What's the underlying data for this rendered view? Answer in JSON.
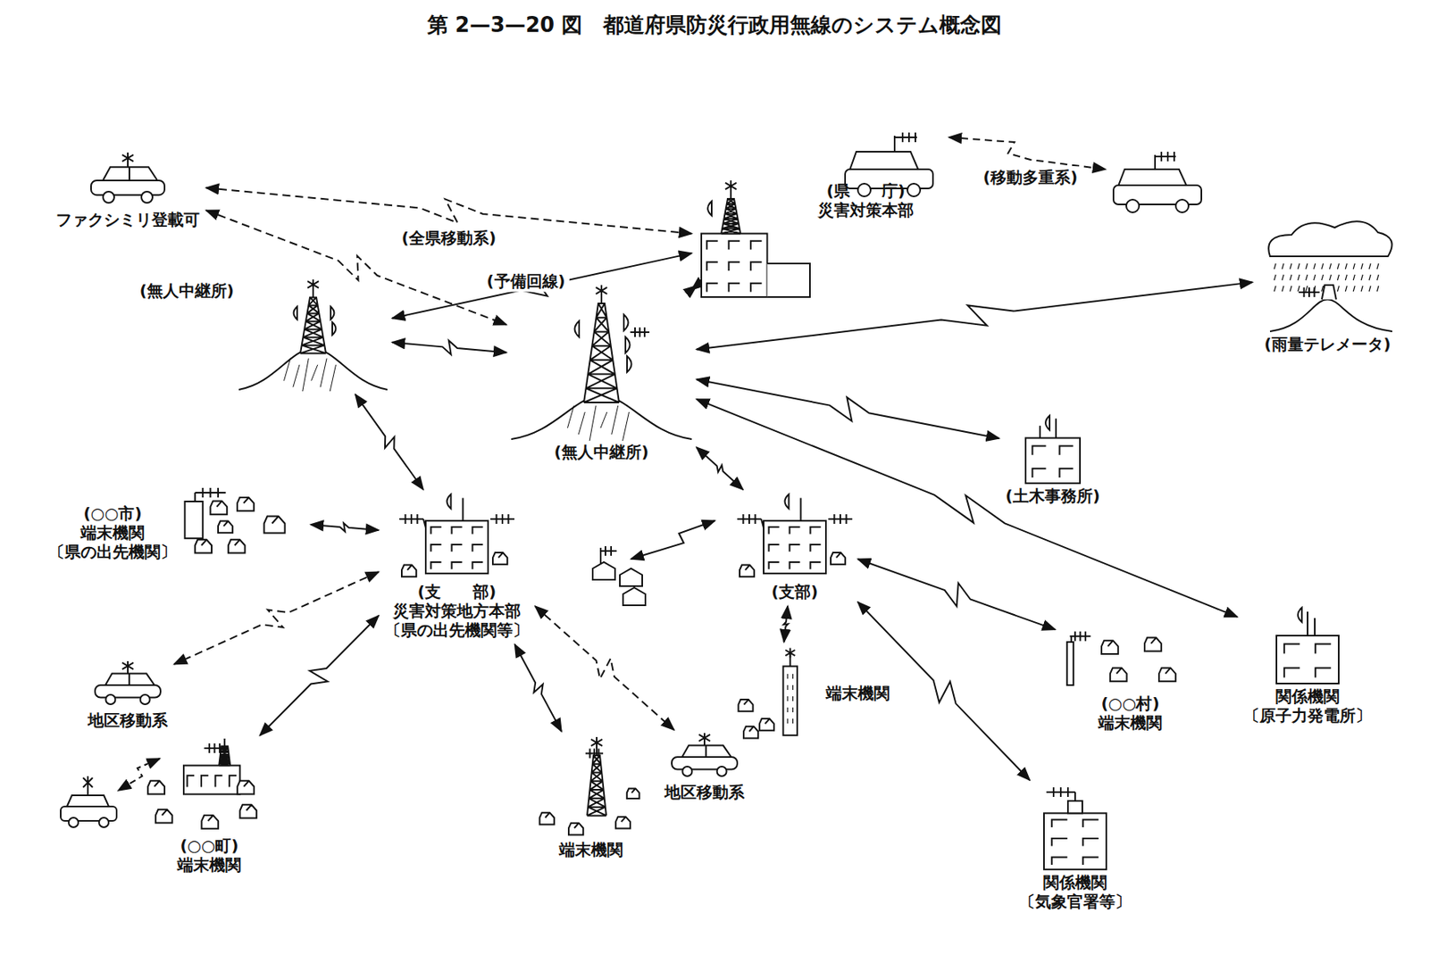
{
  "diagram": {
    "title": "第 2—3—20 図　都道府県防災行政用無線のシステム概念図",
    "nodes": [
      {
        "text": [
          "ファクシミリ登載可"
        ]
      },
      {
        "text": [
          "(県　　庁)",
          "災害対策本部"
        ]
      },
      {
        "text": [
          "(無人中継所)"
        ]
      },
      {
        "text": [
          "(無人中継所)"
        ]
      },
      {
        "text": [
          "(雨量テレメータ)"
        ]
      },
      {
        "text": [
          "(土木事務所)"
        ]
      },
      {
        "text": [
          "(○○市)",
          "端末機関",
          "〔県の出先機関〕"
        ]
      },
      {
        "text": [
          "(支　　部)",
          "災害対策地方本部",
          "〔県の出先機関等〕"
        ]
      },
      {
        "text": [
          "(支部)"
        ]
      },
      {
        "text": [
          "地区移動系"
        ]
      },
      {
        "text": [
          "(○○町)",
          "端末機関"
        ]
      },
      {
        "text": [
          "端末機関"
        ]
      },
      {
        "text": [
          "地区移動系"
        ]
      },
      {
        "text": [
          "端末機関"
        ]
      },
      {
        "text": [
          "(○○村)",
          "端末機関"
        ]
      },
      {
        "text": [
          "関係機関",
          "〔原子力発電所〕"
        ]
      },
      {
        "text": [
          "関係機関",
          "〔気象官署等〕"
        ]
      }
    ],
    "edges": [
      {
        "from": 0,
        "to": 1,
        "arrow": "both",
        "label": "(全県移動系)"
      },
      {
        "from": 0,
        "to": 3,
        "arrow": "both"
      },
      {
        "from": 1,
        "to": 2,
        "arrow": "both",
        "label": "(予備回線)"
      },
      {
        "from": 1,
        "to": 3,
        "arrow": "both"
      },
      {
        "from": 2,
        "to": 3,
        "arrow": "both"
      },
      {
        "from": 3,
        "to": 4,
        "arrow": "both"
      },
      {
        "from": 3,
        "to": 5,
        "arrow": "both"
      },
      {
        "from": 3,
        "to": 8,
        "arrow": "both"
      },
      {
        "from": 3,
        "to": 15,
        "arrow": "both"
      },
      {
        "from": 2,
        "to": 7,
        "arrow": "both"
      },
      {
        "from": 7,
        "to": 6,
        "arrow": "both"
      },
      {
        "from": 7,
        "to": 9,
        "arrow": "both"
      },
      {
        "from": 7,
        "to": 10,
        "arrow": "both"
      },
      {
        "from": 7,
        "to": 11,
        "arrow": "both"
      },
      {
        "from": 7,
        "to": 12,
        "arrow": "both"
      },
      {
        "from": 8,
        "to": 13,
        "arrow": "both"
      },
      {
        "from": 8,
        "to": 14,
        "arrow": "both"
      },
      {
        "from": 8,
        "to": 16,
        "arrow": "both"
      }
    ],
    "labels": [
      "(移動多重系)"
    ]
  }
}
